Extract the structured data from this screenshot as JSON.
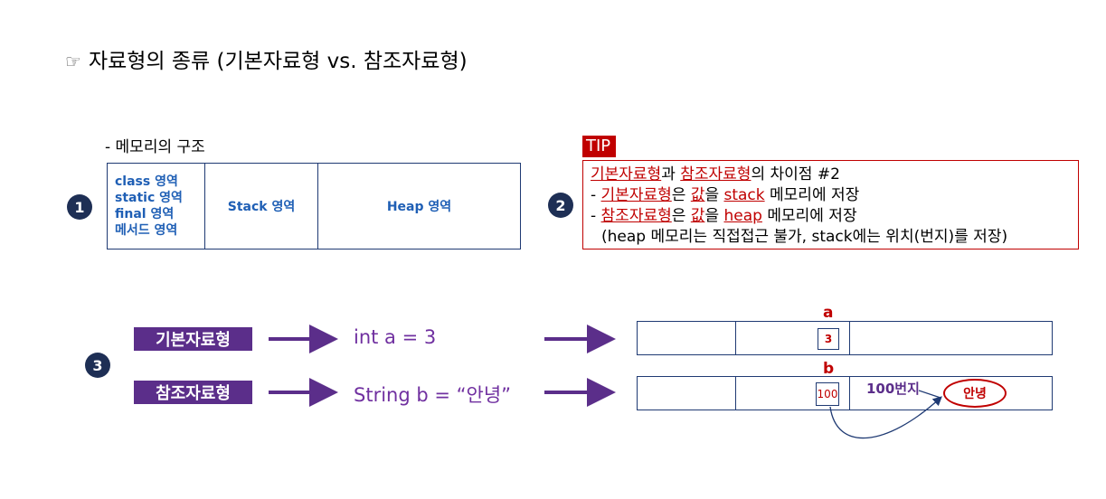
{
  "title": {
    "icon": "pointing-hand-icon",
    "text": "자료형의 종류 (기본자료형 vs. 참조자료형)"
  },
  "memory": {
    "label": "- 메모리의 구조",
    "area1": [
      "class 영역",
      "static 영역",
      "final 영역",
      "메서드 영역"
    ],
    "area2": "Stack 영역",
    "area3": "Heap 영역"
  },
  "numbers": [
    "1",
    "2",
    "3"
  ],
  "tip": {
    "tag": "TIP",
    "line1": {
      "t1": "기본자료형",
      "t2": "과 ",
      "t3": "참조자료형",
      "t4": "의 차이점 #2"
    },
    "line2": {
      "t0": "- ",
      "t1": "기본자료형",
      "t2": "은 ",
      "t3": "값",
      "t4": "을 ",
      "t5": "stack",
      "t6": " 메모리에 저장"
    },
    "line3": {
      "t0": "- ",
      "t1": "참조자료형",
      "t2": "은 ",
      "t3": "값",
      "t4": "을 ",
      "t5": "heap",
      "t6": " 메모리에 저장"
    },
    "line4": "(heap 메모리는 직접접근 불가, stack에는 위치(번지)를 저장)"
  },
  "example": {
    "primitive_label": "기본자료형",
    "primitive_code": "int a = 3",
    "reference_label": "참조자료형",
    "reference_code": "String b = “안녕”",
    "var_a": "a",
    "value_a": "3",
    "var_b": "b",
    "value_b": "100",
    "address_label": "100번지",
    "heap_value": "안녕"
  },
  "colors": {
    "navy": "#1f3a73",
    "blue_text": "#1f5fb5",
    "red": "#c00000",
    "purple": "#5b2e8a",
    "code_purple": "#7030a0"
  }
}
